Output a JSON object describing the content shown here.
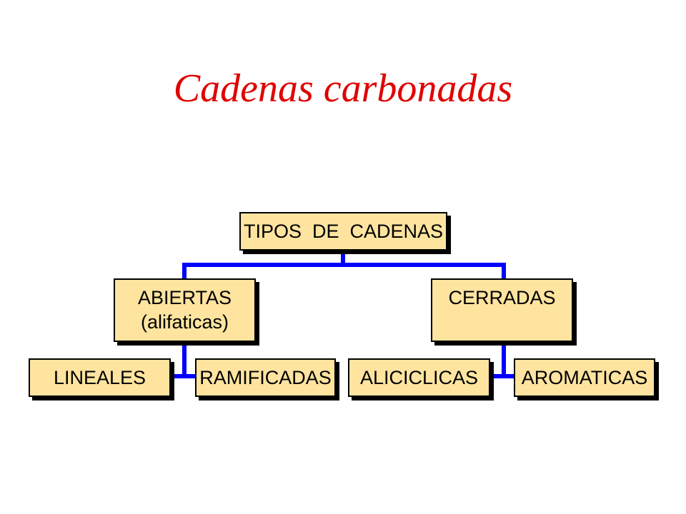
{
  "title": "Cadenas carbonadas",
  "colors": {
    "title": "#e00000",
    "box_fill": "#ffe4a0",
    "box_border": "#000000",
    "shadow": "#000000",
    "connector": "#0000ff"
  },
  "tree": {
    "root": {
      "label": "TIPOS  DE  CADENAS"
    },
    "abiertas": {
      "line1": "ABIERTAS",
      "line2": "(alifaticas)"
    },
    "cerradas": {
      "line1": "CERRADAS"
    },
    "lineales": {
      "label": "LINEALES"
    },
    "ramificadas": {
      "label": "RAMIFICADAS"
    },
    "aliciclicas": {
      "label": "ALICICLICAS"
    },
    "aromaticas": {
      "label": "AROMATICAS"
    }
  }
}
